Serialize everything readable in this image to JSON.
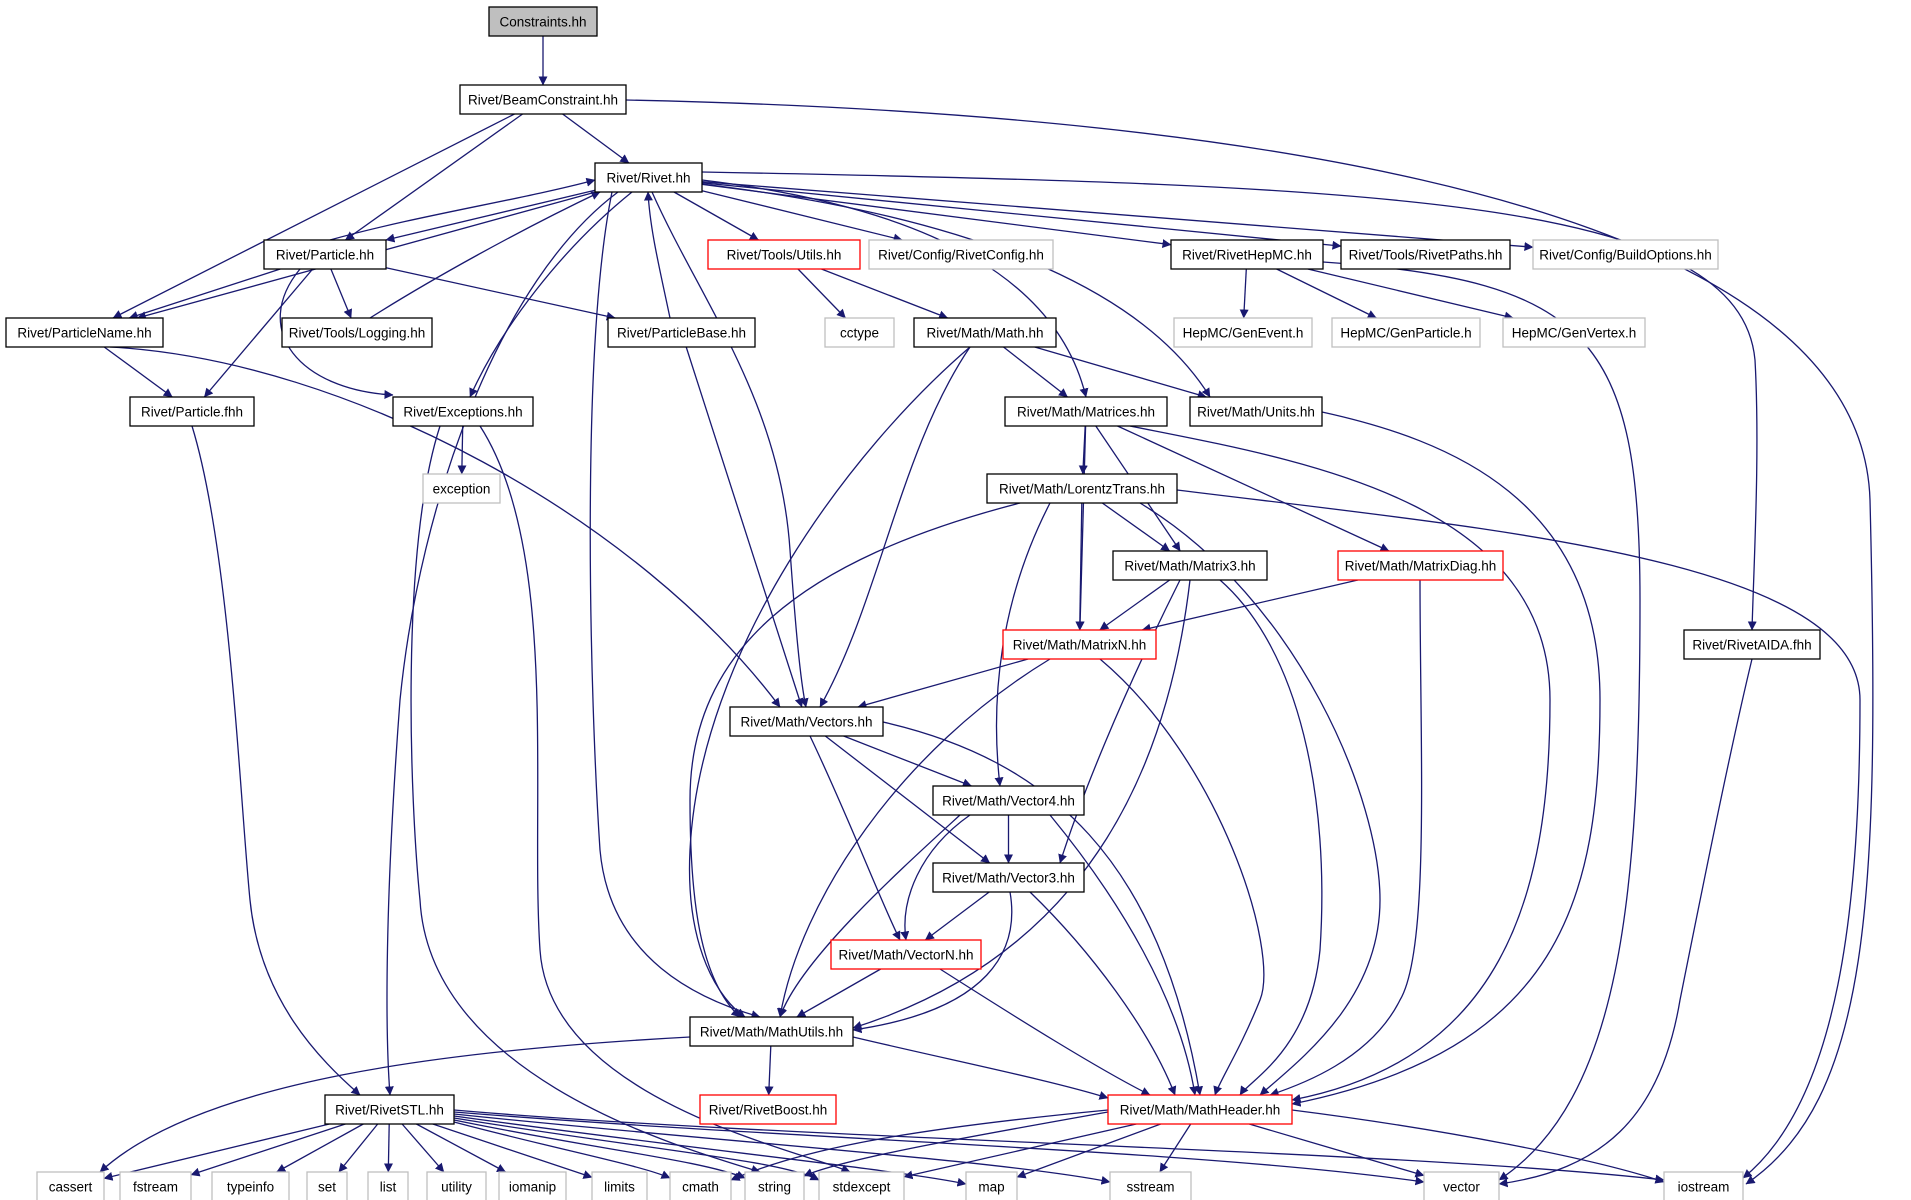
{
  "graph": {
    "title_node": "n0",
    "colors": {
      "edge": "#191970",
      "node_border": "#000000",
      "missing_border": "#bfbfbf",
      "truncated_border": "#ff0000",
      "root_fill": "#bfbfbf",
      "background": "#ffffff"
    },
    "nodes": [
      {
        "id": "n0",
        "label": "Constraints.hh",
        "style": "root"
      },
      {
        "id": "n1",
        "label": "Rivet/BeamConstraint.hh",
        "style": "normal"
      },
      {
        "id": "n2",
        "label": "Rivet/Rivet.hh",
        "style": "normal"
      },
      {
        "id": "n3",
        "label": "Rivet/Particle.hh",
        "style": "normal"
      },
      {
        "id": "n4",
        "label": "Rivet/Tools/Utils.hh",
        "style": "truncated"
      },
      {
        "id": "n5",
        "label": "Rivet/Config/RivetConfig.hh",
        "style": "missing"
      },
      {
        "id": "n6",
        "label": "Rivet/RivetHepMC.hh",
        "style": "normal"
      },
      {
        "id": "n7",
        "label": "Rivet/Tools/RivetPaths.hh",
        "style": "normal"
      },
      {
        "id": "n8",
        "label": "Rivet/Config/BuildOptions.hh",
        "style": "missing"
      },
      {
        "id": "n9",
        "label": "Rivet/ParticleName.hh",
        "style": "normal"
      },
      {
        "id": "n10",
        "label": "Rivet/Tools/Logging.hh",
        "style": "normal"
      },
      {
        "id": "n11",
        "label": "Rivet/ParticleBase.hh",
        "style": "normal"
      },
      {
        "id": "n12",
        "label": "cctype",
        "style": "missing"
      },
      {
        "id": "n13",
        "label": "Rivet/Math/Math.hh",
        "style": "normal"
      },
      {
        "id": "n14",
        "label": "HepMC/GenEvent.h",
        "style": "missing"
      },
      {
        "id": "n15",
        "label": "HepMC/GenParticle.h",
        "style": "missing"
      },
      {
        "id": "n16",
        "label": "HepMC/GenVertex.h",
        "style": "missing"
      },
      {
        "id": "n17",
        "label": "Rivet/Particle.fhh",
        "style": "normal"
      },
      {
        "id": "n18",
        "label": "Rivet/Exceptions.hh",
        "style": "normal"
      },
      {
        "id": "n19",
        "label": "Rivet/Math/Matrices.hh",
        "style": "normal"
      },
      {
        "id": "n20",
        "label": "Rivet/Math/Units.hh",
        "style": "normal"
      },
      {
        "id": "n21",
        "label": "exception",
        "style": "missing"
      },
      {
        "id": "n22",
        "label": "Rivet/Math/LorentzTrans.hh",
        "style": "normal"
      },
      {
        "id": "n23",
        "label": "Rivet/Math/Matrix3.hh",
        "style": "normal"
      },
      {
        "id": "n24",
        "label": "Rivet/Math/MatrixDiag.hh",
        "style": "truncated"
      },
      {
        "id": "n25",
        "label": "Rivet/Math/MatrixN.hh",
        "style": "truncated"
      },
      {
        "id": "n26",
        "label": "Rivet/RivetAIDA.fhh",
        "style": "normal"
      },
      {
        "id": "n27",
        "label": "Rivet/Math/Vectors.hh",
        "style": "normal"
      },
      {
        "id": "n28",
        "label": "Rivet/Math/Vector4.hh",
        "style": "normal"
      },
      {
        "id": "n29",
        "label": "Rivet/Math/Vector3.hh",
        "style": "normal"
      },
      {
        "id": "n30",
        "label": "Rivet/Math/VectorN.hh",
        "style": "truncated"
      },
      {
        "id": "n31",
        "label": "Rivet/Math/MathUtils.hh",
        "style": "normal"
      },
      {
        "id": "n32",
        "label": "Rivet/RivetBoost.hh",
        "style": "truncated"
      },
      {
        "id": "n33",
        "label": "Rivet/RivetSTL.hh",
        "style": "normal"
      },
      {
        "id": "n34",
        "label": "Rivet/Math/MathHeader.hh",
        "style": "truncated"
      },
      {
        "id": "n35",
        "label": "cassert",
        "style": "missing"
      },
      {
        "id": "n36",
        "label": "fstream",
        "style": "missing"
      },
      {
        "id": "n37",
        "label": "typeinfo",
        "style": "missing"
      },
      {
        "id": "n38",
        "label": "set",
        "style": "missing"
      },
      {
        "id": "n39",
        "label": "list",
        "style": "missing"
      },
      {
        "id": "n40",
        "label": "utility",
        "style": "missing"
      },
      {
        "id": "n41",
        "label": "iomanip",
        "style": "missing"
      },
      {
        "id": "n42",
        "label": "limits",
        "style": "missing"
      },
      {
        "id": "n43",
        "label": "cmath",
        "style": "missing"
      },
      {
        "id": "n44",
        "label": "string",
        "style": "missing"
      },
      {
        "id": "n45",
        "label": "stdexcept",
        "style": "missing"
      },
      {
        "id": "n46",
        "label": "map",
        "style": "missing"
      },
      {
        "id": "n47",
        "label": "sstream",
        "style": "missing"
      },
      {
        "id": "n48",
        "label": "vector",
        "style": "missing"
      },
      {
        "id": "n49",
        "label": "iostream",
        "style": "missing"
      }
    ],
    "edges": [
      [
        "n0",
        "n1"
      ],
      [
        "n1",
        "n2"
      ],
      [
        "n1",
        "n3"
      ],
      [
        "n1",
        "n9"
      ],
      [
        "n1",
        "n49"
      ],
      [
        "n2",
        "n3"
      ],
      [
        "n2",
        "n4"
      ],
      [
        "n2",
        "n5"
      ],
      [
        "n2",
        "n6"
      ],
      [
        "n2",
        "n7"
      ],
      [
        "n2",
        "n8"
      ],
      [
        "n2",
        "n9"
      ],
      [
        "n2",
        "n18"
      ],
      [
        "n2",
        "n19"
      ],
      [
        "n2",
        "n20"
      ],
      [
        "n2",
        "n26"
      ],
      [
        "n2",
        "n27"
      ],
      [
        "n2",
        "n31"
      ],
      [
        "n2",
        "n33"
      ],
      [
        "n3",
        "n2"
      ],
      [
        "n3",
        "n9"
      ],
      [
        "n3",
        "n10"
      ],
      [
        "n3",
        "n11"
      ],
      [
        "n3",
        "n17"
      ],
      [
        "n3",
        "n18"
      ],
      [
        "n10",
        "n2"
      ],
      [
        "n11",
        "n2"
      ],
      [
        "n11",
        "n27"
      ],
      [
        "n9",
        "n17"
      ],
      [
        "n9",
        "n27"
      ],
      [
        "n4",
        "n12"
      ],
      [
        "n4",
        "n13"
      ],
      [
        "n6",
        "n14"
      ],
      [
        "n6",
        "n15"
      ],
      [
        "n6",
        "n16"
      ],
      [
        "n6",
        "n48"
      ],
      [
        "n13",
        "n19"
      ],
      [
        "n13",
        "n20"
      ],
      [
        "n13",
        "n27"
      ],
      [
        "n13",
        "n31"
      ],
      [
        "n17",
        "n33"
      ],
      [
        "n18",
        "n21"
      ],
      [
        "n18",
        "n44"
      ],
      [
        "n18",
        "n45"
      ],
      [
        "n19",
        "n22"
      ],
      [
        "n19",
        "n23"
      ],
      [
        "n19",
        "n24"
      ],
      [
        "n19",
        "n25"
      ],
      [
        "n19",
        "n34"
      ],
      [
        "n20",
        "n34"
      ],
      [
        "n22",
        "n23"
      ],
      [
        "n22",
        "n25"
      ],
      [
        "n22",
        "n28"
      ],
      [
        "n22",
        "n31"
      ],
      [
        "n22",
        "n34"
      ],
      [
        "n22",
        "n49"
      ],
      [
        "n23",
        "n25"
      ],
      [
        "n23",
        "n29"
      ],
      [
        "n23",
        "n31"
      ],
      [
        "n23",
        "n34"
      ],
      [
        "n24",
        "n25"
      ],
      [
        "n24",
        "n34"
      ],
      [
        "n25",
        "n27"
      ],
      [
        "n25",
        "n31"
      ],
      [
        "n25",
        "n34"
      ],
      [
        "n26",
        "n48"
      ],
      [
        "n27",
        "n28"
      ],
      [
        "n27",
        "n29"
      ],
      [
        "n27",
        "n30"
      ],
      [
        "n27",
        "n34"
      ],
      [
        "n28",
        "n29"
      ],
      [
        "n28",
        "n30"
      ],
      [
        "n28",
        "n31"
      ],
      [
        "n28",
        "n34"
      ],
      [
        "n29",
        "n30"
      ],
      [
        "n29",
        "n31"
      ],
      [
        "n29",
        "n34"
      ],
      [
        "n30",
        "n31"
      ],
      [
        "n30",
        "n34"
      ],
      [
        "n31",
        "n32"
      ],
      [
        "n31",
        "n34"
      ],
      [
        "n31",
        "n35"
      ],
      [
        "n33",
        "n35"
      ],
      [
        "n33",
        "n36"
      ],
      [
        "n33",
        "n37"
      ],
      [
        "n33",
        "n38"
      ],
      [
        "n33",
        "n39"
      ],
      [
        "n33",
        "n40"
      ],
      [
        "n33",
        "n41"
      ],
      [
        "n33",
        "n42"
      ],
      [
        "n33",
        "n43"
      ],
      [
        "n33",
        "n44"
      ],
      [
        "n33",
        "n45"
      ],
      [
        "n33",
        "n46"
      ],
      [
        "n33",
        "n47"
      ],
      [
        "n33",
        "n48"
      ],
      [
        "n33",
        "n49"
      ],
      [
        "n34",
        "n43"
      ],
      [
        "n34",
        "n44"
      ],
      [
        "n34",
        "n45"
      ],
      [
        "n34",
        "n46"
      ],
      [
        "n34",
        "n47"
      ],
      [
        "n34",
        "n48"
      ],
      [
        "n34",
        "n49"
      ]
    ]
  }
}
